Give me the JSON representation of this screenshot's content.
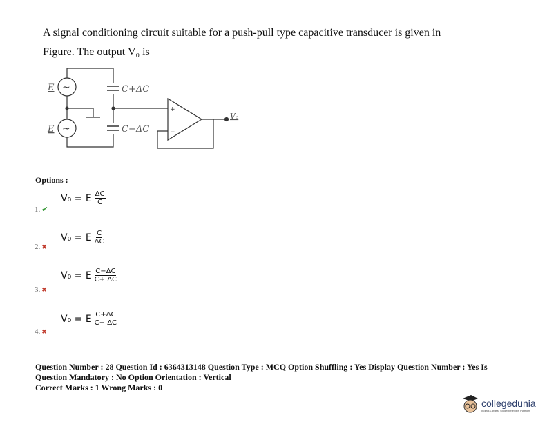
{
  "question": {
    "text": "A signal conditioning circuit suitable for a push-pull type capacitive transducer is given in Figure. The output V₀ is"
  },
  "figure": {
    "source_label": "E",
    "cap_top": "C+ΔC",
    "cap_bottom": "C−ΔC",
    "output_label": "Vₒ",
    "plus": "+",
    "minus": "−"
  },
  "options_label": "Options :",
  "options": [
    {
      "number": "1.",
      "status": "✔",
      "lhs": "V₀ = E",
      "num": "ΔC",
      "den": "C"
    },
    {
      "number": "2.",
      "status": "✖",
      "lhs": "V₀ = E",
      "num": "C",
      "den": "ΔC"
    },
    {
      "number": "3.",
      "status": "✖",
      "lhs": "V₀ = E",
      "num": "C−ΔC",
      "den": "C+ ΔC"
    },
    {
      "number": "4.",
      "status": "✖",
      "lhs": "V₀ = E",
      "num": "C+ΔC",
      "den": "C− ΔC"
    }
  ],
  "meta": {
    "line1": "Question Number : 28 Question Id : 6364313148 Question Type : MCQ Option Shuffling : Yes Display Question Number : Yes Is Question Mandatory : No Option Orientation : Vertical",
    "line2": "Correct Marks : 1 Wrong Marks : 0"
  },
  "logo": {
    "name": "collegedunia",
    "tagline": "India's Largest Student Review Platform"
  }
}
